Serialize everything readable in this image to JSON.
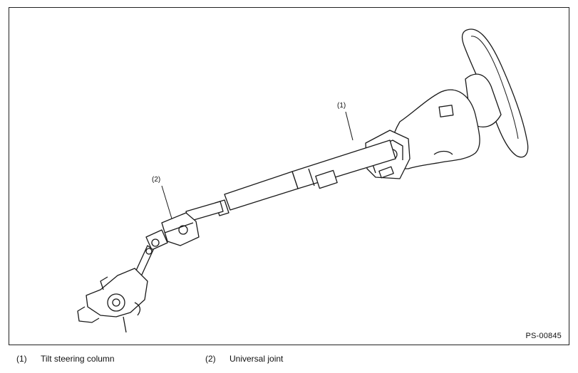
{
  "figure": {
    "code": "PS-00845",
    "callouts": [
      {
        "number": "(1)"
      },
      {
        "number": "(2)"
      }
    ]
  },
  "legend": [
    {
      "number": "(1)",
      "text": "Tilt steering column"
    },
    {
      "number": "(2)",
      "text": "Universal joint"
    }
  ]
}
